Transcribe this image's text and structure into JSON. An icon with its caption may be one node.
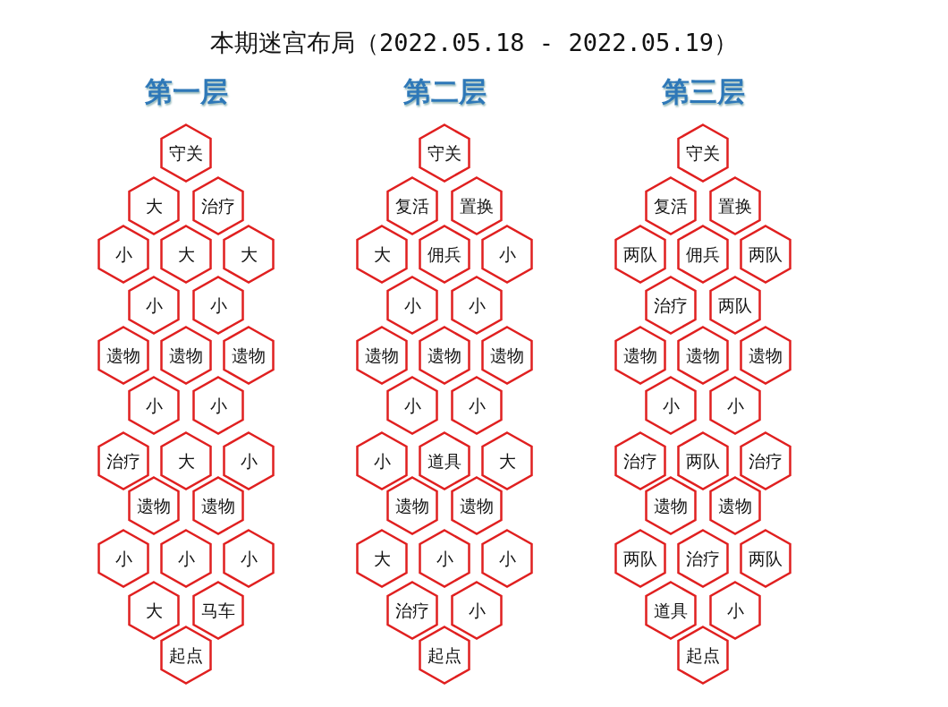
{
  "diagram": {
    "title": "本期迷宫布局（2022.05.18 - 2022.05.19）",
    "nodes": [
      {
        "text": [
          "守关"
        ]
      },
      {
        "text": [
          "大"
        ]
      },
      {
        "text": [
          "治疗"
        ]
      },
      {
        "text": [
          "小"
        ]
      },
      {
        "text": [
          "大"
        ]
      },
      {
        "text": [
          "大"
        ]
      },
      {
        "text": [
          "小"
        ]
      },
      {
        "text": [
          "小"
        ]
      },
      {
        "text": [
          "遗物"
        ]
      },
      {
        "text": [
          "遗物"
        ]
      },
      {
        "text": [
          "遗物"
        ]
      },
      {
        "text": [
          "小"
        ]
      },
      {
        "text": [
          "小"
        ]
      },
      {
        "text": [
          "治疗"
        ]
      },
      {
        "text": [
          "大"
        ]
      },
      {
        "text": [
          "小"
        ]
      },
      {
        "text": [
          "遗物"
        ]
      },
      {
        "text": [
          "遗物"
        ]
      },
      {
        "text": [
          "小"
        ]
      },
      {
        "text": [
          "小"
        ]
      },
      {
        "text": [
          "小"
        ]
      },
      {
        "text": [
          "大"
        ]
      },
      {
        "text": [
          "马车"
        ]
      },
      {
        "text": [
          "起点"
        ]
      },
      {
        "text": [
          "守关"
        ]
      },
      {
        "text": [
          "复活"
        ]
      },
      {
        "text": [
          "置换"
        ]
      },
      {
        "text": [
          "大"
        ]
      },
      {
        "text": [
          "佣兵"
        ]
      },
      {
        "text": [
          "小"
        ]
      },
      {
        "text": [
          "小"
        ]
      },
      {
        "text": [
          "小"
        ]
      },
      {
        "text": [
          "遗物"
        ]
      },
      {
        "text": [
          "遗物"
        ]
      },
      {
        "text": [
          "遗物"
        ]
      },
      {
        "text": [
          "小"
        ]
      },
      {
        "text": [
          "小"
        ]
      },
      {
        "text": [
          "小"
        ]
      },
      {
        "text": [
          "道具"
        ]
      },
      {
        "text": [
          "大"
        ]
      },
      {
        "text": [
          "遗物"
        ]
      },
      {
        "text": [
          "遗物"
        ]
      },
      {
        "text": [
          "大"
        ]
      },
      {
        "text": [
          "小"
        ]
      },
      {
        "text": [
          "小"
        ]
      },
      {
        "text": [
          "治疗"
        ]
      },
      {
        "text": [
          "小"
        ]
      },
      {
        "text": [
          "起点"
        ]
      },
      {
        "text": [
          "守关"
        ]
      },
      {
        "text": [
          "复活"
        ]
      },
      {
        "text": [
          "置换"
        ]
      },
      {
        "text": [
          "两队"
        ]
      },
      {
        "text": [
          "佣兵"
        ]
      },
      {
        "text": [
          "两队"
        ]
      },
      {
        "text": [
          "治疗"
        ]
      },
      {
        "text": [
          "两队"
        ]
      },
      {
        "text": [
          "遗物"
        ]
      },
      {
        "text": [
          "遗物"
        ]
      },
      {
        "text": [
          "遗物"
        ]
      },
      {
        "text": [
          "小"
        ]
      },
      {
        "text": [
          "小"
        ]
      },
      {
        "text": [
          "治疗"
        ]
      },
      {
        "text": [
          "两队"
        ]
      },
      {
        "text": [
          "治疗"
        ]
      },
      {
        "text": [
          "遗物"
        ]
      },
      {
        "text": [
          "遗物"
        ]
      },
      {
        "text": [
          "两队"
        ]
      },
      {
        "text": [
          "治疗"
        ]
      },
      {
        "text": [
          "两队"
        ]
      },
      {
        "text": [
          "道具"
        ]
      },
      {
        "text": [
          "小"
        ]
      },
      {
        "text": [
          "起点"
        ]
      }
    ],
    "labels": [
      "第一层",
      "第二层",
      "第三层"
    ]
  }
}
